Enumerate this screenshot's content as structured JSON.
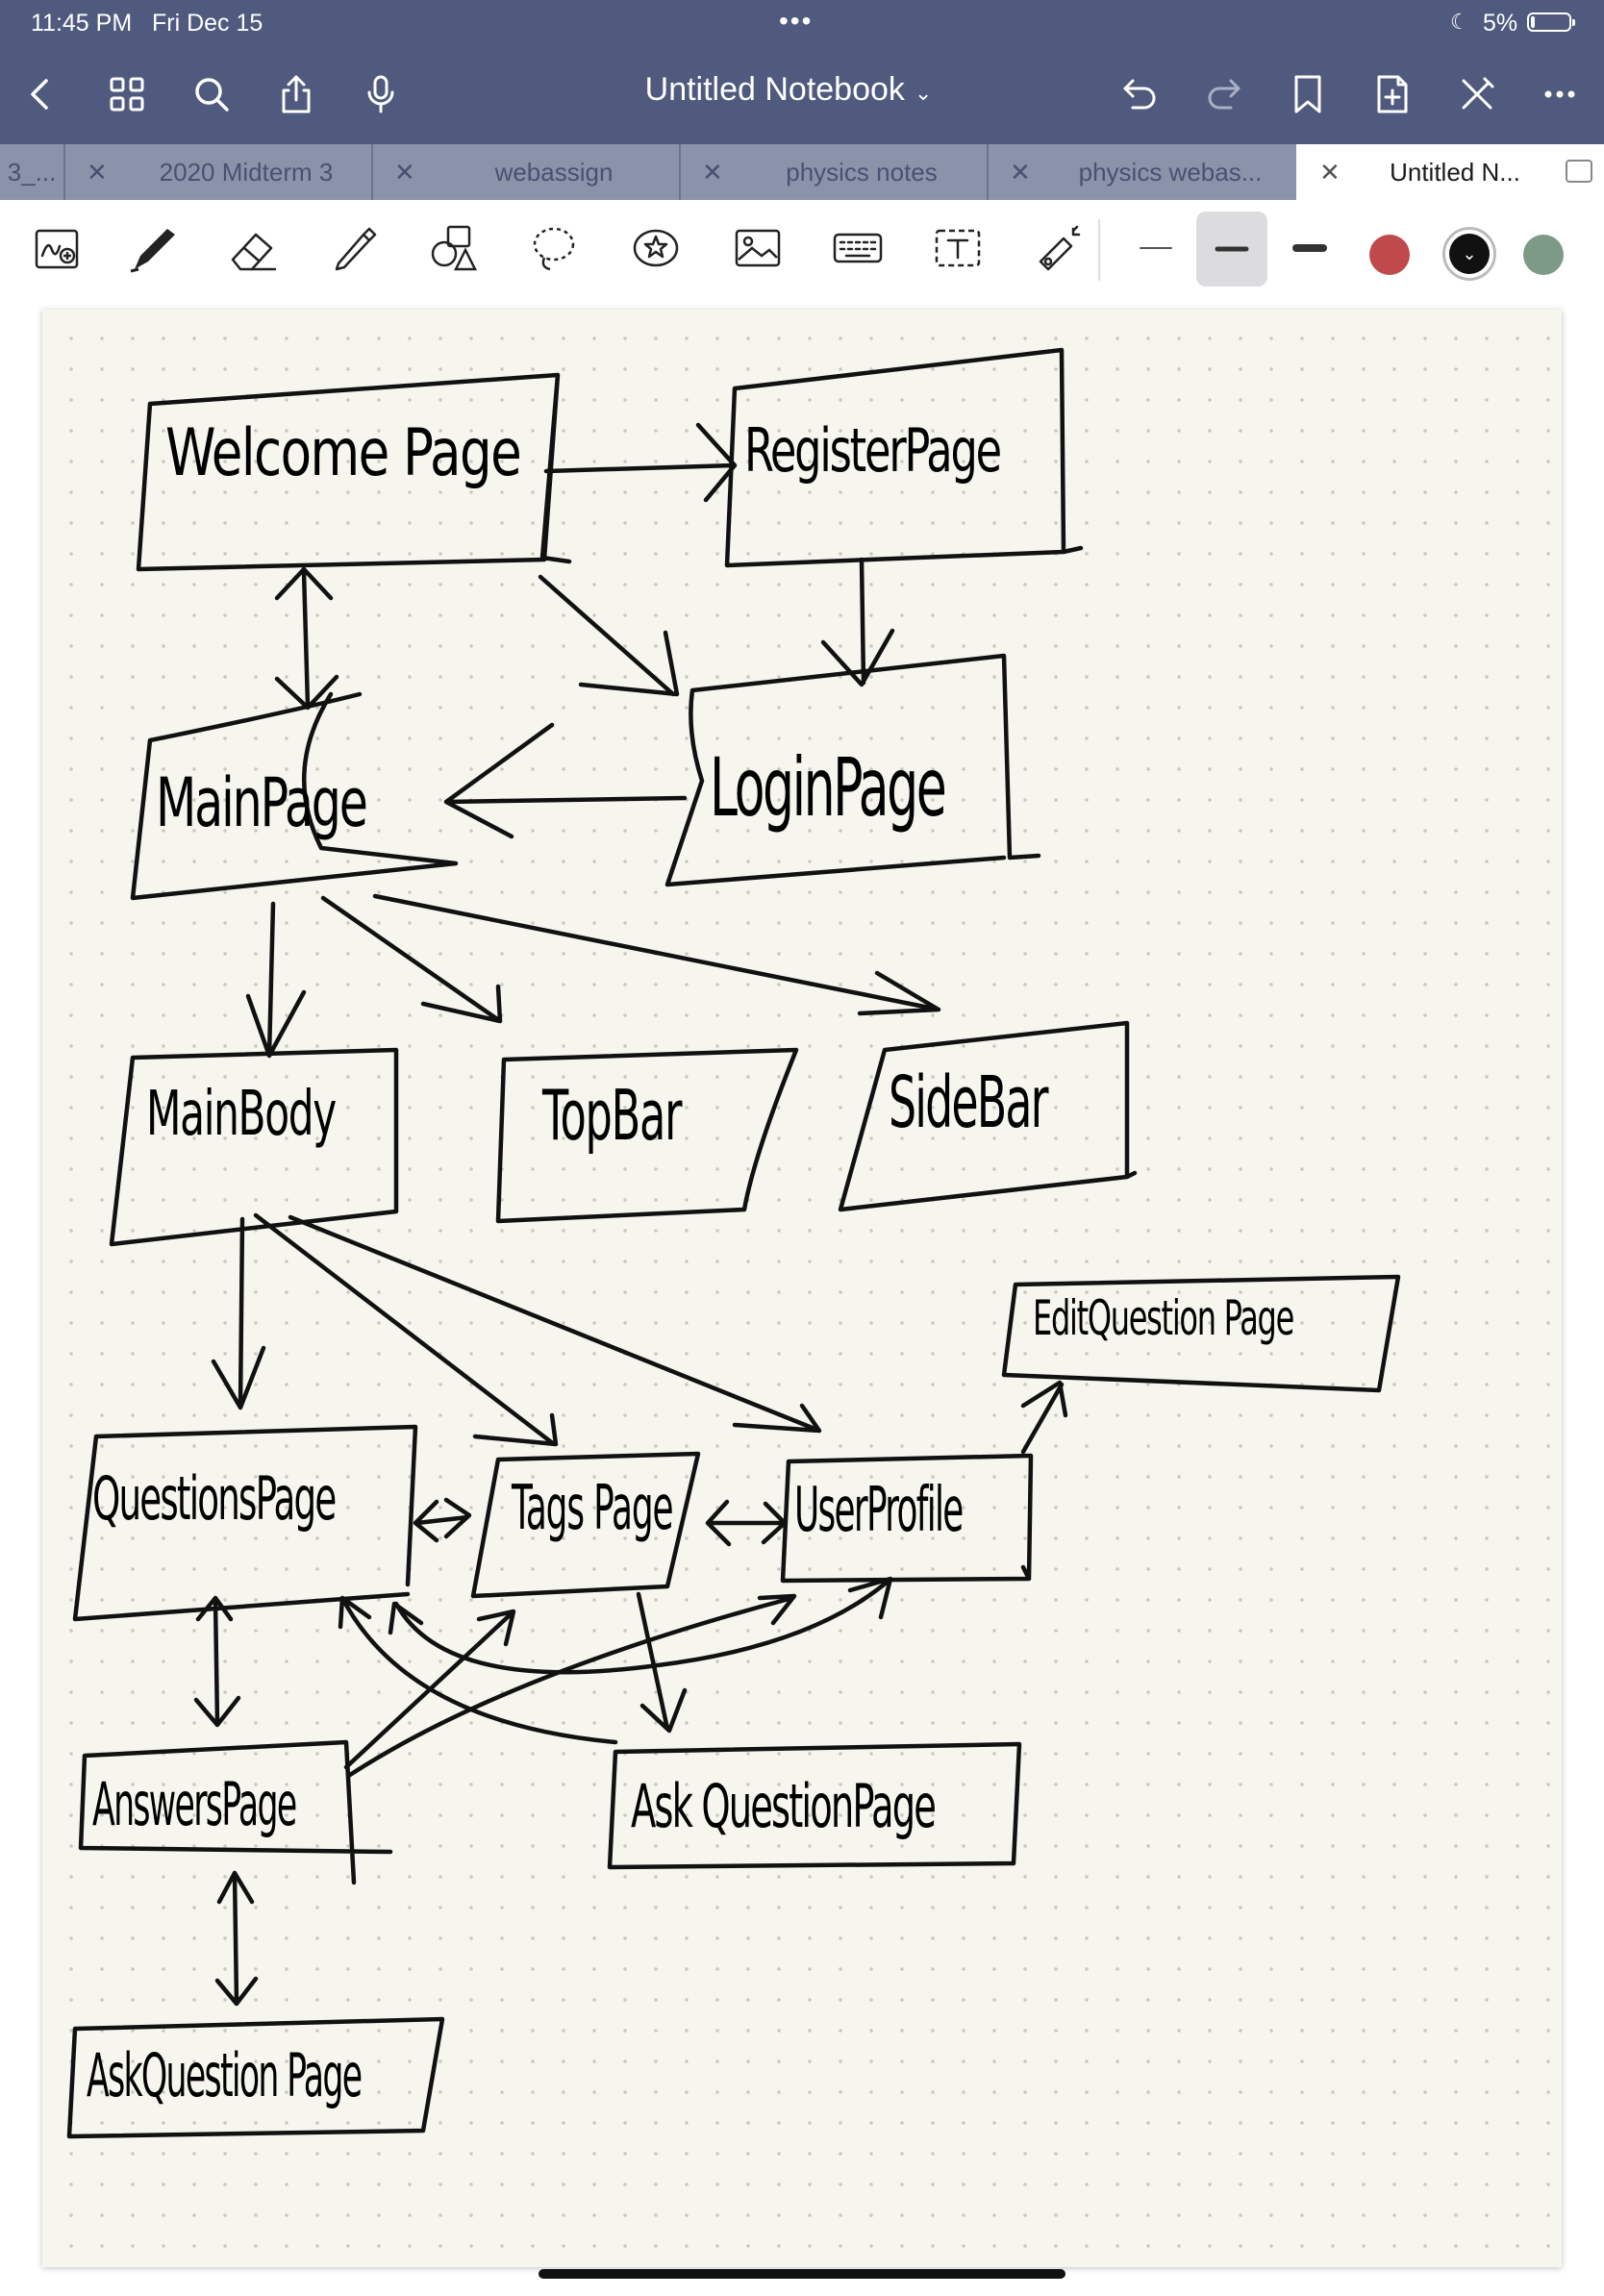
{
  "status": {
    "time": "11:45 PM",
    "date": "Fri Dec 15",
    "battery": "5%"
  },
  "nav": {
    "title": "Untitled Notebook"
  },
  "tabs": [
    {
      "label": "3_..."
    },
    {
      "label": "2020 Midterm 3"
    },
    {
      "label": "webassign"
    },
    {
      "label": "physics notes"
    },
    {
      "label": "physics webas..."
    },
    {
      "label": "Untitled N..."
    }
  ],
  "colors": {
    "chrome": "#4f5a7e",
    "tabbar": "#8b93ab",
    "paper": "#f6f6ee",
    "red": "#c0494c",
    "black": "#111111",
    "green": "#7c9a86"
  },
  "diagram": {
    "nodes": {
      "welcome": "Welcome Page",
      "register": "RegisterPage",
      "login": "LoginPage",
      "main": "MainPage",
      "mainbody": "MainBody",
      "topbar": "TopBar",
      "sidebar": "SideBar",
      "editq": "EditQuestion Page",
      "questions": "QuestionsPage",
      "tags": "Tags Page",
      "userprofile": "UserProfile",
      "answers": "AnswersPage",
      "askq_right": "Ask QuestionPage",
      "askq_bottom": "AskQuestion Page"
    }
  }
}
